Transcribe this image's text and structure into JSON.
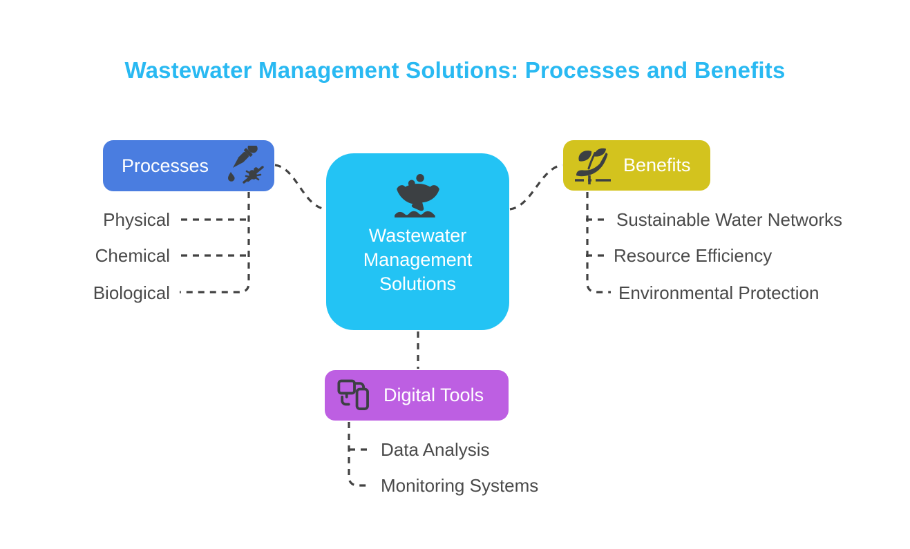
{
  "title": "Wastewater Management Solutions: Processes and Benefits",
  "colors": {
    "title_text": "#29b9f2",
    "center_node": "#23c3f4",
    "processes_node": "#4a7de0",
    "benefits_node": "#d3c31e",
    "digital_tools_node": "#bd5fe2",
    "connector_line": "#424242",
    "item_text": "#4a4a4a",
    "icon_glyph": "#3c4043",
    "node_label_text": "#ffffff"
  },
  "center": {
    "label_lines": [
      "Wastewater",
      "Management",
      "Solutions"
    ],
    "icon": "fountain-water-icon"
  },
  "branches": {
    "processes": {
      "label": "Processes",
      "icon": "dropper-treatment-icon",
      "items": [
        "Physical",
        "Chemical",
        "Biological"
      ]
    },
    "benefits": {
      "label": "Benefits",
      "icon": "plant-growth-icon",
      "items": [
        "Sustainable Water Networks",
        "Resource Efficiency",
        "Environmental Protection"
      ]
    },
    "digital_tools": {
      "label": "Digital Tools",
      "icon": "connected-devices-icon",
      "items": [
        "Data Analysis",
        "Monitoring Systems"
      ]
    }
  }
}
